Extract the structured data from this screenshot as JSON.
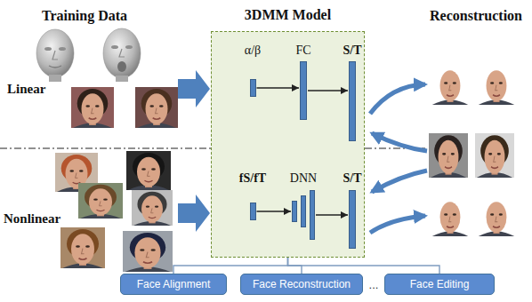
{
  "diagram": {
    "nodes": [
      {
        "text": [
          "3DMM Model"
        ]
      },
      {
        "text": [
          "α/β"
        ],
        "in": 0
      },
      {
        "text": [
          "FC"
        ],
        "in": 0
      },
      {
        "text": [
          "S/T"
        ],
        "in": 0
      },
      {
        "text": [
          "fS/fT"
        ],
        "in": 0
      },
      {
        "text": [
          "DNN"
        ],
        "in": 0
      },
      {
        "text": [
          "S/T"
        ],
        "in": 0
      },
      {
        "text": [
          "Face Alignment"
        ]
      },
      {
        "text": [
          "Face Reconstruction"
        ]
      },
      {
        "text": [
          "Face Editing"
        ]
      }
    ],
    "edges": [
      {
        "from": 1,
        "to": 2,
        "arrow": "to"
      },
      {
        "from": 2,
        "to": 3,
        "arrow": "to"
      },
      {
        "from": 4,
        "to": 5,
        "arrow": "to"
      },
      {
        "from": 5,
        "to": 6,
        "arrow": "to"
      },
      {
        "from": 0,
        "to": 7,
        "arrow": "none"
      },
      {
        "from": 0,
        "to": 8,
        "arrow": "none"
      },
      {
        "from": 0,
        "to": 9,
        "arrow": "none"
      }
    ],
    "labels": [
      "Training Data",
      "Reconstruction",
      "Linear",
      "Nonlinear",
      "..."
    ]
  }
}
